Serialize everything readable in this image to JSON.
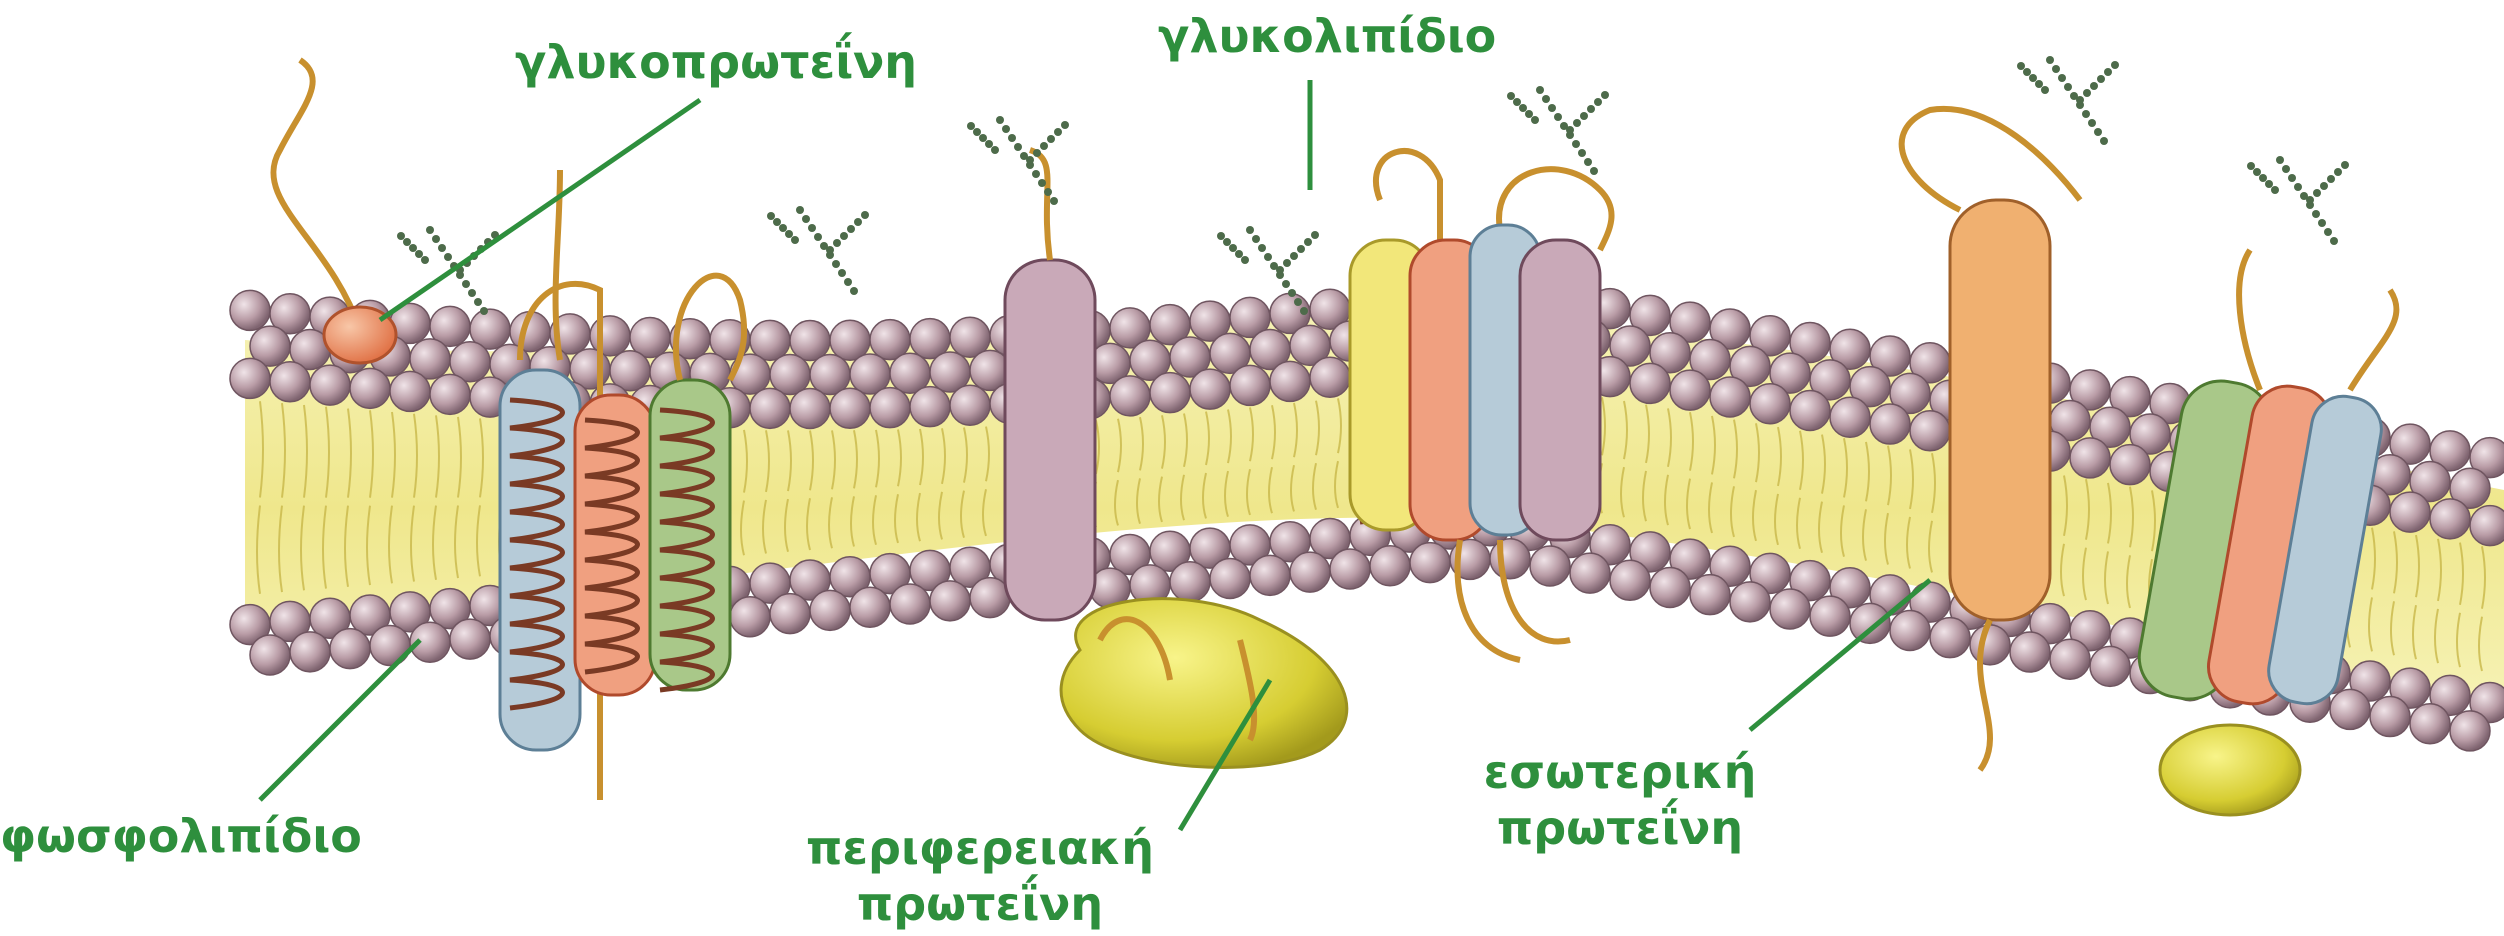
{
  "labels": {
    "glycoprotein": "γλυκοπρωτεΐνη",
    "glycolipid": "γλυκολιπίδιο",
    "phospholipid": "φωσφολιπίδιο",
    "peripheral_line1": "περιφερειακή",
    "peripheral_line2": "πρωτεΐνη",
    "integral_line1": "εσωτερική",
    "integral_line2": "πρωτεΐνη"
  },
  "colors": {
    "label_green": "#2e8f3d",
    "head_purple": "#b69aa3",
    "tail_yellow": "#f3ee9c",
    "carbohydrate": "#4d6b4a",
    "stalk": "#c8902e",
    "peripheral_yellow": "#d9d23a",
    "helix_blue": "#9fb8c8",
    "helix_red": "#e07a52",
    "helix_green": "#6e9a4a",
    "helix_purple": "#a0788a",
    "helix_yellow": "#e8dd6a",
    "helix_orange": "#d99a4a"
  }
}
